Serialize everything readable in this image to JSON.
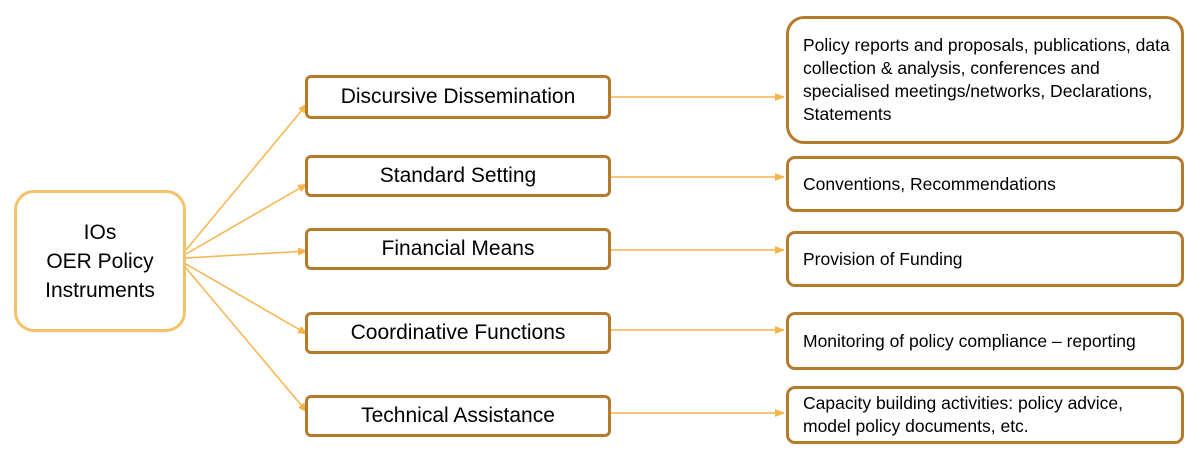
{
  "root": {
    "lines": [
      "IOs",
      "OER Policy",
      "Instruments"
    ]
  },
  "instruments": [
    {
      "label": "Discursive Dissemination",
      "detail": "Policy reports and proposals, publications, data collection & analysis, conferences and specialised meetings/networks, Declarations, Statements"
    },
    {
      "label": "Standard Setting",
      "detail": "Conventions, Recommendations"
    },
    {
      "label": "Financial Means",
      "detail": "Provision of Funding"
    },
    {
      "label": "Coordinative Functions",
      "detail": "Monitoring of policy compliance – reporting"
    },
    {
      "label": "Technical Assistance",
      "detail": "Capacity building activities: policy advice, model policy documents, etc."
    }
  ],
  "colors": {
    "root_border": "#f6c16b",
    "box_border": "#b57a2c",
    "arrow": "#f7b44a"
  }
}
